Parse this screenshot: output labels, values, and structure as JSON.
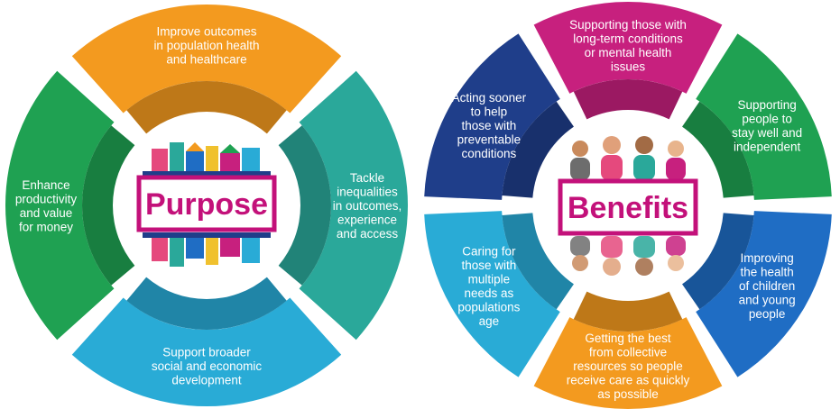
{
  "colors": {
    "orange": "#f39a1f",
    "teal": "#2aa89a",
    "cyan": "#29abd6",
    "green": "#1fa152",
    "magenta": "#c7207e",
    "navy": "#1f3e8a",
    "blue": "#1f6dc4",
    "hub_border": "#c3117a"
  },
  "purpose": {
    "title": "Purpose",
    "segments": [
      {
        "id": "top",
        "color": "orange",
        "lines": [
          "Improve outcomes",
          "in population health",
          "and healthcare"
        ]
      },
      {
        "id": "right",
        "color": "teal",
        "lines": [
          "Tackle",
          "inequalities",
          "in outcomes,",
          "experience",
          "and access"
        ]
      },
      {
        "id": "bottom",
        "color": "cyan",
        "lines": [
          "Support broader",
          "social and economic",
          "development"
        ]
      },
      {
        "id": "left",
        "color": "green",
        "lines": [
          "Enhance",
          "productivity",
          "and value",
          "for money"
        ]
      }
    ]
  },
  "benefits": {
    "title": "Benefits",
    "segments": [
      {
        "id": "top",
        "color": "magenta",
        "lines": [
          "Supporting those with",
          "long-term conditions",
          "or mental health",
          "issues"
        ]
      },
      {
        "id": "upper-right",
        "color": "green",
        "lines": [
          "Supporting",
          "people to",
          "stay well and",
          "independent"
        ]
      },
      {
        "id": "lower-right",
        "color": "blue",
        "lines": [
          "Improving",
          "the health",
          "of children",
          "and young",
          "people"
        ]
      },
      {
        "id": "bottom",
        "color": "orange",
        "lines": [
          "Getting the best",
          "from collective",
          "resources so people",
          "receive care as quickly",
          "as possible"
        ]
      },
      {
        "id": "lower-left",
        "color": "cyan",
        "lines": [
          "Caring for",
          "those with",
          "multiple",
          "needs as",
          "populations",
          "age"
        ]
      },
      {
        "id": "upper-left",
        "color": "navy",
        "lines": [
          "Acting sooner",
          "to help",
          "those with",
          "preventable",
          "conditions"
        ]
      }
    ]
  }
}
